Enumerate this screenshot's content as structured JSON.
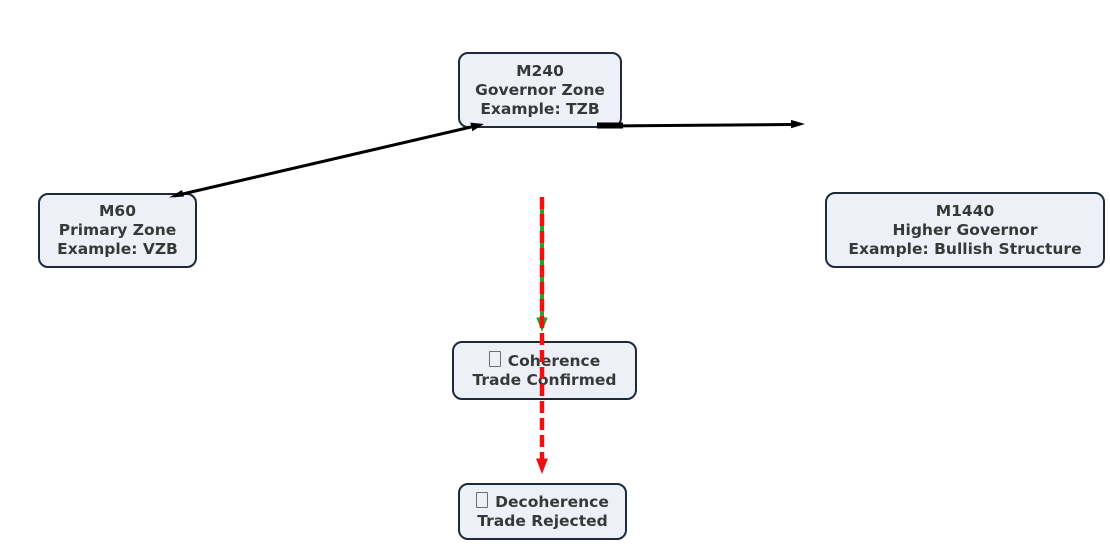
{
  "nodes": {
    "m240": {
      "line1": "M240",
      "line2": "Governor Zone",
      "line3": "Example: TZB"
    },
    "m60": {
      "line1": "M60",
      "line2": "Primary Zone",
      "line3": "Example: VZB"
    },
    "m1440": {
      "line1": "M1440",
      "line2": "Higher Governor",
      "line3": "Example: Bullish Structure"
    },
    "coherence": {
      "line1": "Coherence",
      "line2": "Trade Confirmed"
    },
    "decoherence": {
      "line1": "Decoherence",
      "line2": "Trade Rejected"
    }
  },
  "icons": {
    "missing_glyph": "tofu-box-placeholder"
  },
  "edges": [
    {
      "name": "m60-to-m240",
      "style": "solid",
      "color": "#000000"
    },
    {
      "name": "m240-to-right",
      "style": "solid",
      "color": "#000000"
    },
    {
      "name": "m240-to-coherence",
      "style": "dashed",
      "color": "#2ca02c"
    },
    {
      "name": "m240-to-decoherence",
      "style": "dashed",
      "color": "#ee1111"
    }
  ],
  "colors": {
    "background": "#ffffff",
    "node_fill": "#edf1f7",
    "node_border": "#1e2a3a",
    "text": "#383838",
    "edge_black": "#000000",
    "edge_green": "#2ca02c",
    "edge_red": "#ee1111"
  }
}
